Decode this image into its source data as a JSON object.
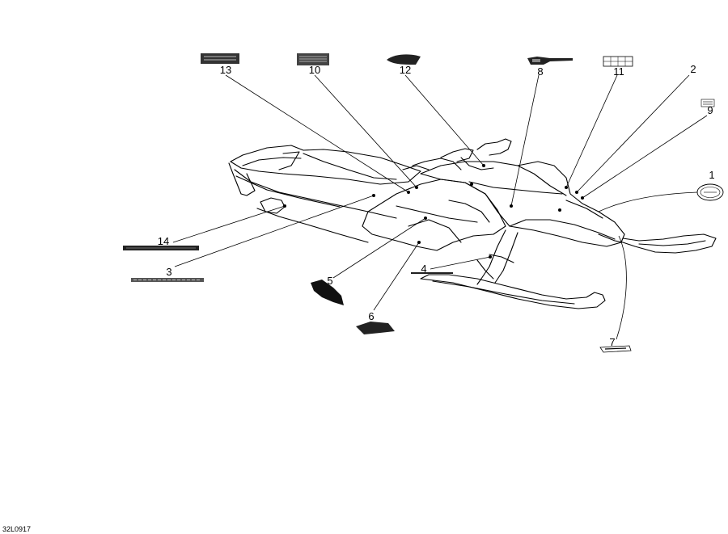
{
  "diagram": {
    "drawing_code": "32L0917",
    "callouts": [
      {
        "label": "1",
        "part": "oval-badge-decal"
      },
      {
        "label": "2",
        "part": "decal-2"
      },
      {
        "label": "3",
        "part": "long-stripe-decal"
      },
      {
        "label": "4",
        "part": "thin-stripe-decal"
      },
      {
        "label": "5",
        "part": "side-panel-decal"
      },
      {
        "label": "6",
        "part": "wedge-decal"
      },
      {
        "label": "7",
        "part": "model-logo-decal"
      },
      {
        "label": "8",
        "part": "handlebar-decal"
      },
      {
        "label": "9",
        "part": "small-warning-decal"
      },
      {
        "label": "10",
        "part": "warning-label"
      },
      {
        "label": "11",
        "part": "symbols-label"
      },
      {
        "label": "12",
        "part": "windshield-decal"
      },
      {
        "label": "13",
        "part": "information-label"
      },
      {
        "label": "14",
        "part": "long-dark-stripe-decal"
      }
    ]
  }
}
